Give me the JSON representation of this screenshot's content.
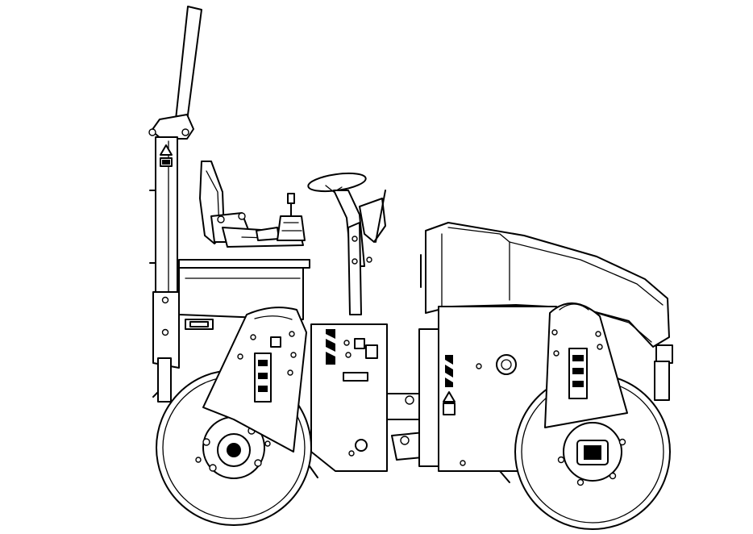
{
  "image": {
    "subject": "",
    "background": "#ffffff",
    "line_color": "#000000"
  },
  "icons": [
    "warning-triangle-icon",
    "warning-hatch-stripe",
    "operator-seat",
    "steering-wheel",
    "control-joystick",
    "rops-bar"
  ]
}
